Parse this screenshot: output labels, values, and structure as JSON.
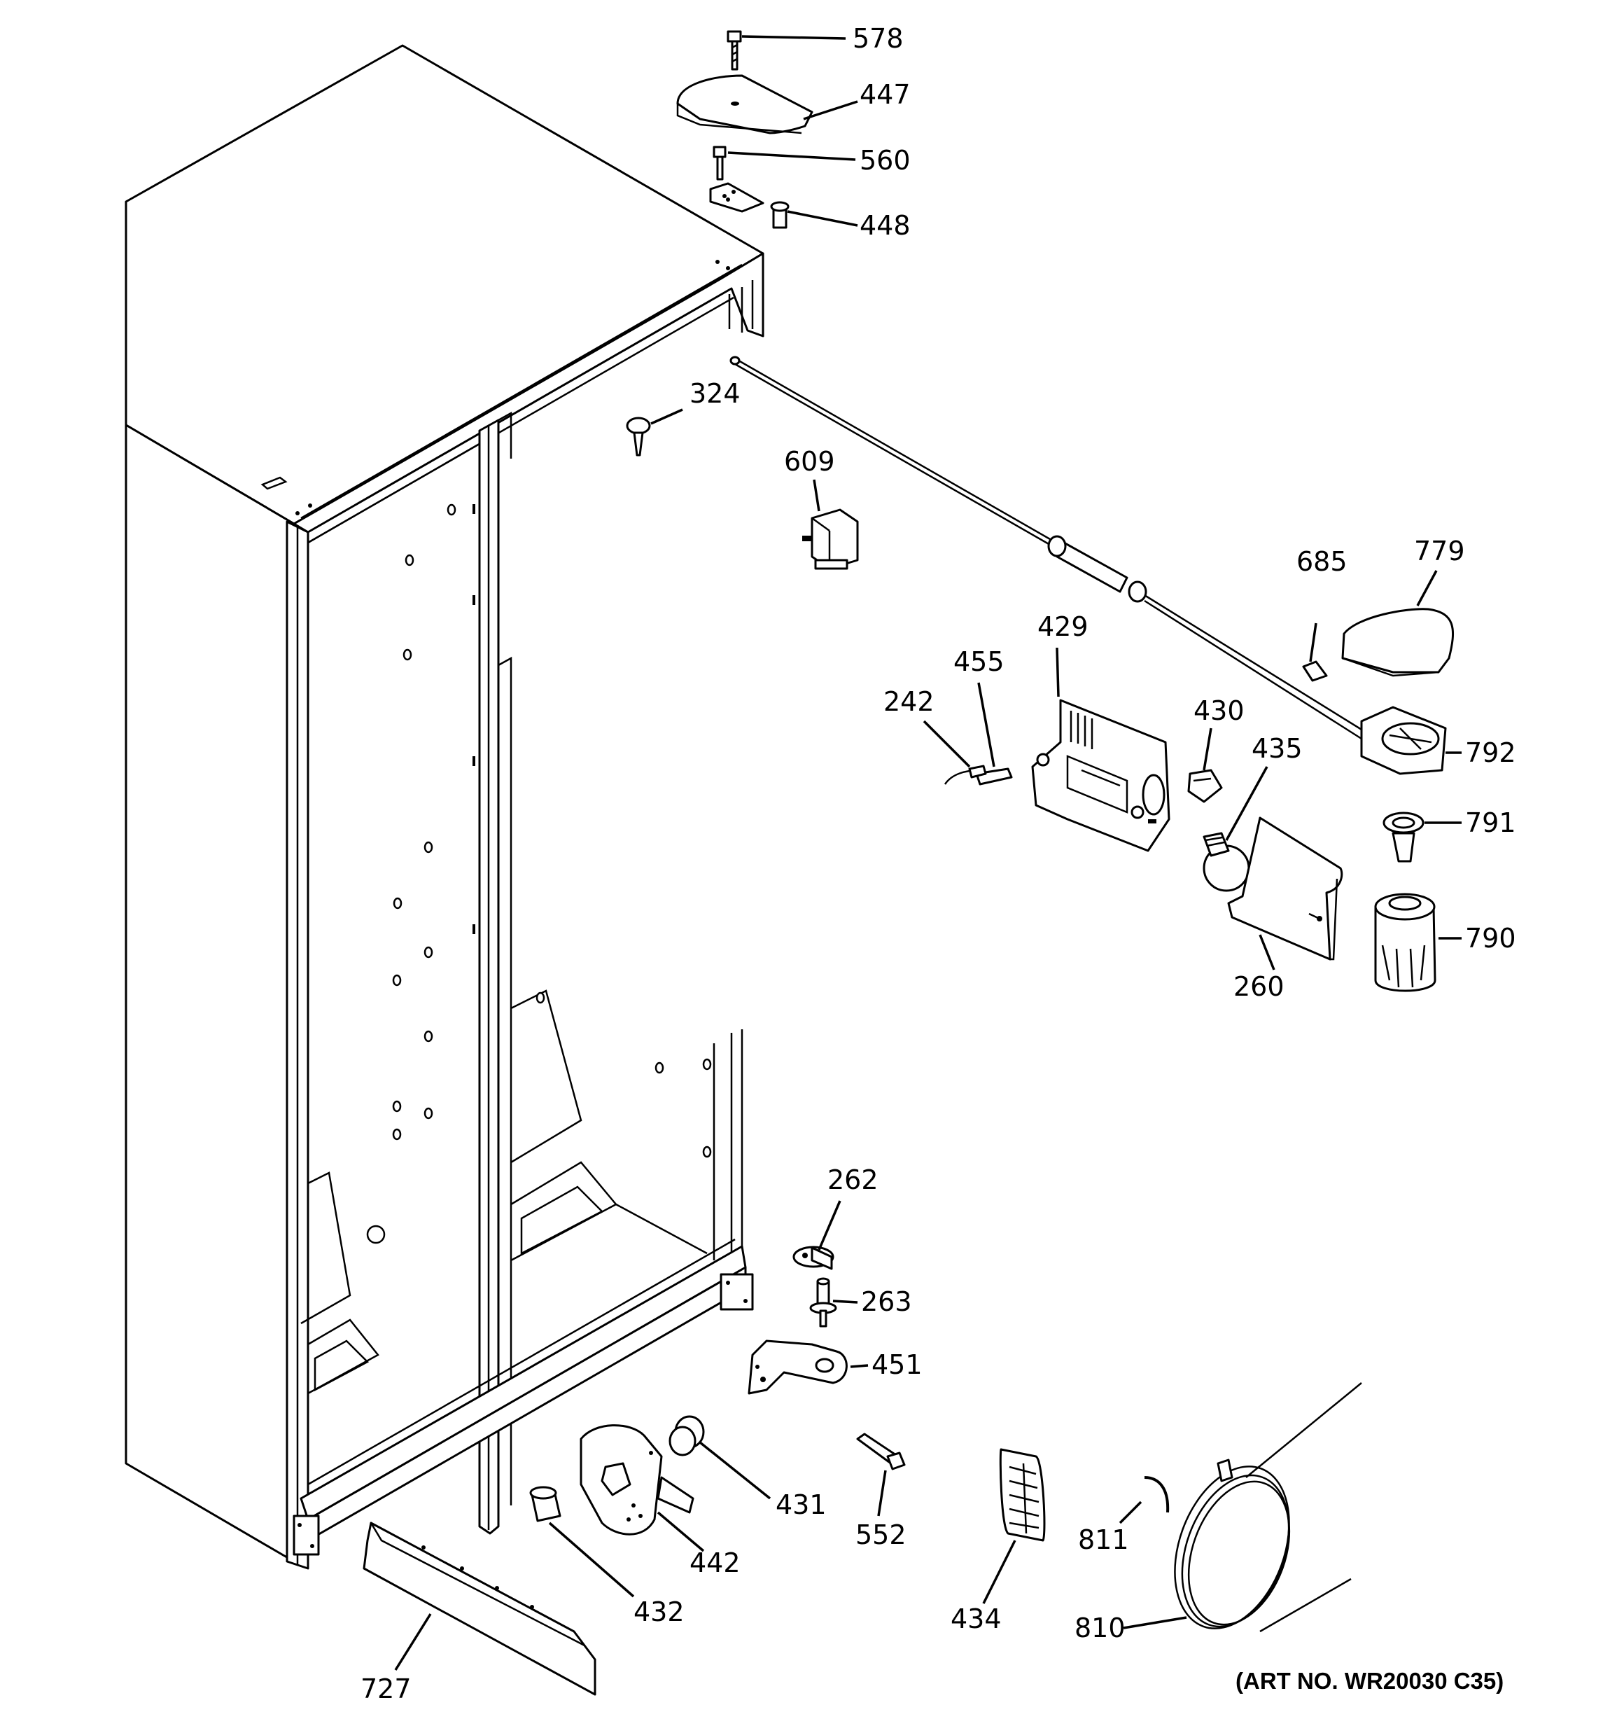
{
  "diagram": {
    "art_number": "(ART NO. WR20030 C35)",
    "parts": [
      {
        "id": "578",
        "label": "578"
      },
      {
        "id": "447",
        "label": "447"
      },
      {
        "id": "560",
        "label": "560"
      },
      {
        "id": "448",
        "label": "448"
      },
      {
        "id": "324",
        "label": "324"
      },
      {
        "id": "609",
        "label": "609"
      },
      {
        "id": "685",
        "label": "685"
      },
      {
        "id": "779",
        "label": "779"
      },
      {
        "id": "429",
        "label": "429"
      },
      {
        "id": "455",
        "label": "455"
      },
      {
        "id": "242",
        "label": "242"
      },
      {
        "id": "430",
        "label": "430"
      },
      {
        "id": "435",
        "label": "435"
      },
      {
        "id": "792",
        "label": "792"
      },
      {
        "id": "791",
        "label": "791"
      },
      {
        "id": "790",
        "label": "790"
      },
      {
        "id": "260",
        "label": "260"
      },
      {
        "id": "262",
        "label": "262"
      },
      {
        "id": "263",
        "label": "263"
      },
      {
        "id": "451",
        "label": "451"
      },
      {
        "id": "431",
        "label": "431"
      },
      {
        "id": "552",
        "label": "552"
      },
      {
        "id": "442",
        "label": "442"
      },
      {
        "id": "432",
        "label": "432"
      },
      {
        "id": "434",
        "label": "434"
      },
      {
        "id": "811",
        "label": "811"
      },
      {
        "id": "810",
        "label": "810"
      },
      {
        "id": "727",
        "label": "727"
      }
    ]
  }
}
